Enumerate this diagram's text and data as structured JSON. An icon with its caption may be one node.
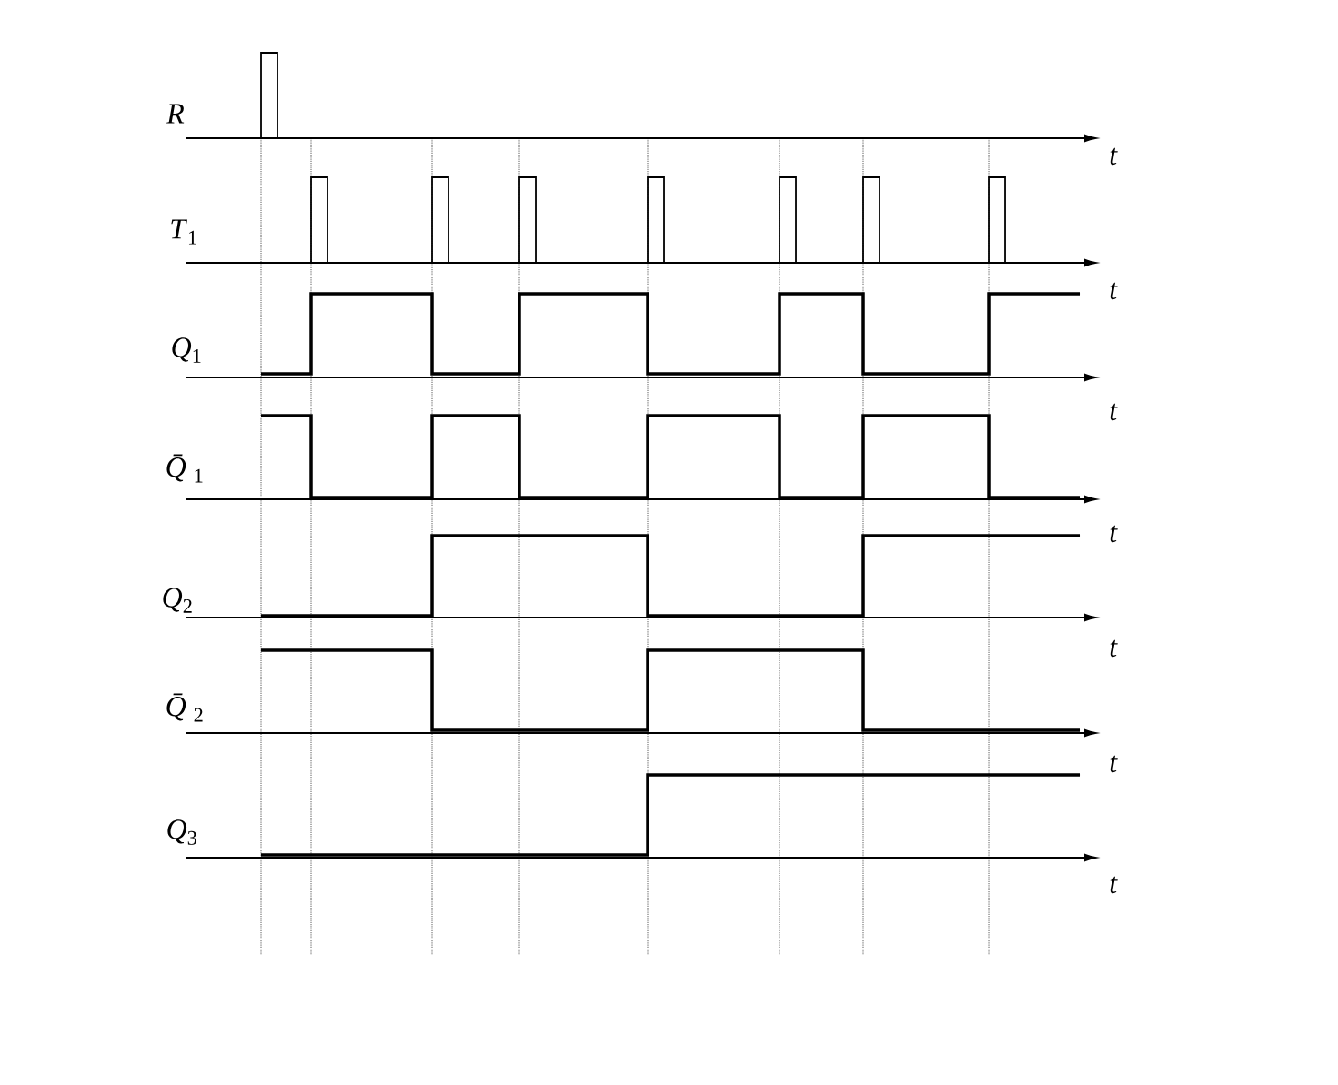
{
  "diagram": {
    "labels": [
      "*R*",
      "*t*",
      "*T*$_{1}$",
      "*t*",
      "*Q*$_{1}$",
      "*t*",
      "*Q̄*$_{1}$",
      "*t*",
      "*Q*$_{2}$",
      "*t*",
      "*Q̄*$_{2}$",
      "*t*",
      "*Q*$_{3}$",
      "*t*"
    ]
  }
}
